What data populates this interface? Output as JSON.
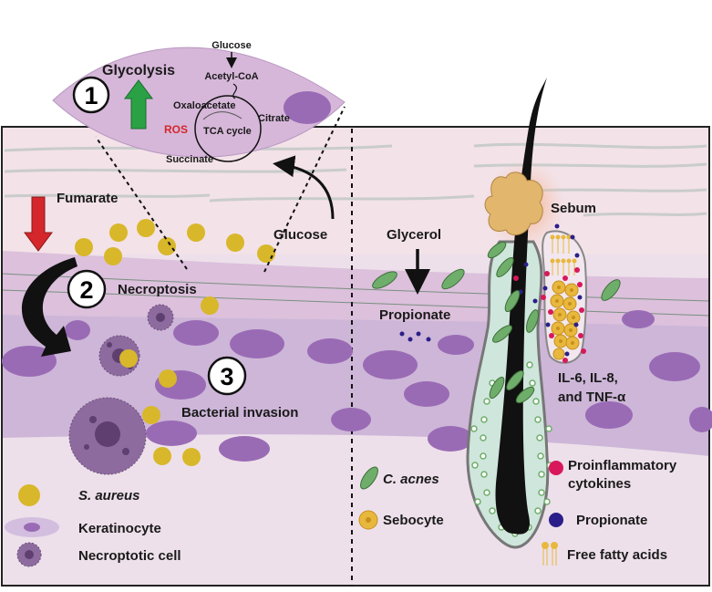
{
  "glycolysis": {
    "step_number": "1",
    "title": "Glycolysis",
    "pathway": {
      "glucose": "Glucose",
      "acetyl_coa": "Acetyl-CoA",
      "oxaloacetate": "Oxaloacetate",
      "citrate": "Citrate",
      "tca_cycle": "TCA cycle",
      "ros": "ROS",
      "succinate": "Succinate"
    }
  },
  "left_panel": {
    "fumarate": "Fumarate",
    "glucose": "Glucose",
    "necroptosis_number": "2",
    "necroptosis": "Necroptosis",
    "invasion_number": "3",
    "invasion": "Bacterial invasion"
  },
  "right_panel": {
    "sebum": "Sebum",
    "glycerol": "Glycerol",
    "propionate": "Propionate",
    "cytokines_line1": "IL-6, IL-8,",
    "cytokines_line2": "and TNF-α"
  },
  "legend_left": {
    "s_aureus": "S. aureus",
    "keratinocyte": "Keratinocyte",
    "necroptotic_cell": "Necroptotic cell"
  },
  "legend_right": {
    "c_acnes": "C. acnes",
    "sebocyte": "Sebocyte",
    "proinflammatory_line1": "Proinflammatory",
    "proinflammatory_line2": "cytokines",
    "propionate": "Propionate",
    "free_fatty_acids": "Free fatty acids"
  },
  "colors": {
    "s_aureus": "#d8b72a",
    "keratinocyte": "#9a6bb5",
    "skin_top": "#f2dfe6",
    "dermis": "#d9c7e1",
    "c_acnes": "#6fae6a",
    "cytokine": "#d8185a",
    "propionate": "#2a1f8a",
    "glycolysis_arrow": "#2aa145",
    "fumarate_arrow": "#d4262b",
    "ros": "#d4262b"
  }
}
